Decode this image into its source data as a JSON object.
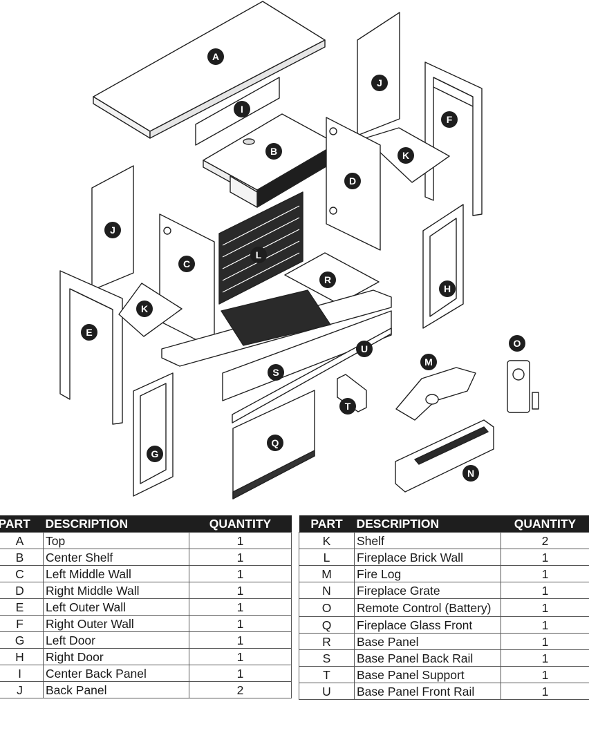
{
  "callouts": [
    "A",
    "B",
    "C",
    "D",
    "E",
    "F",
    "G",
    "H",
    "I",
    "J",
    "J",
    "K",
    "K",
    "L",
    "M",
    "N",
    "O",
    "Q",
    "R",
    "S",
    "T",
    "U"
  ],
  "headers": {
    "part": "PART",
    "description": "DESCRIPTION",
    "quantity": "QUANTITY"
  },
  "parts_left": [
    {
      "part": "A",
      "description": "Top",
      "quantity": "1"
    },
    {
      "part": "B",
      "description": "Center Shelf",
      "quantity": "1"
    },
    {
      "part": "C",
      "description": "Left Middle Wall",
      "quantity": "1"
    },
    {
      "part": "D",
      "description": "Right Middle Wall",
      "quantity": "1"
    },
    {
      "part": "E",
      "description": "Left Outer Wall",
      "quantity": "1"
    },
    {
      "part": "F",
      "description": "Right Outer Wall",
      "quantity": "1"
    },
    {
      "part": "G",
      "description": "Left Door",
      "quantity": "1"
    },
    {
      "part": "H",
      "description": "Right Door",
      "quantity": "1"
    },
    {
      "part": "I",
      "description": "Center Back Panel",
      "quantity": "1"
    },
    {
      "part": "J",
      "description": "Back Panel",
      "quantity": "2"
    }
  ],
  "parts_right": [
    {
      "part": "K",
      "description": "Shelf",
      "quantity": "2"
    },
    {
      "part": "L",
      "description": "Fireplace Brick Wall",
      "quantity": "1"
    },
    {
      "part": "M",
      "description": "Fire Log",
      "quantity": "1"
    },
    {
      "part": "N",
      "description": "Fireplace Grate",
      "quantity": "1"
    },
    {
      "part": "O",
      "description": "Remote Control (Battery)",
      "quantity": "1"
    },
    {
      "part": "Q",
      "description": "Fireplace Glass Front",
      "quantity": "1"
    },
    {
      "part": "R",
      "description": "Base Panel",
      "quantity": "1"
    },
    {
      "part": "S",
      "description": "Base Panel Back Rail",
      "quantity": "1"
    },
    {
      "part": "T",
      "description": "Base Panel Support",
      "quantity": "1"
    },
    {
      "part": "U",
      "description": "Base Panel Front Rail",
      "quantity": "1"
    }
  ]
}
